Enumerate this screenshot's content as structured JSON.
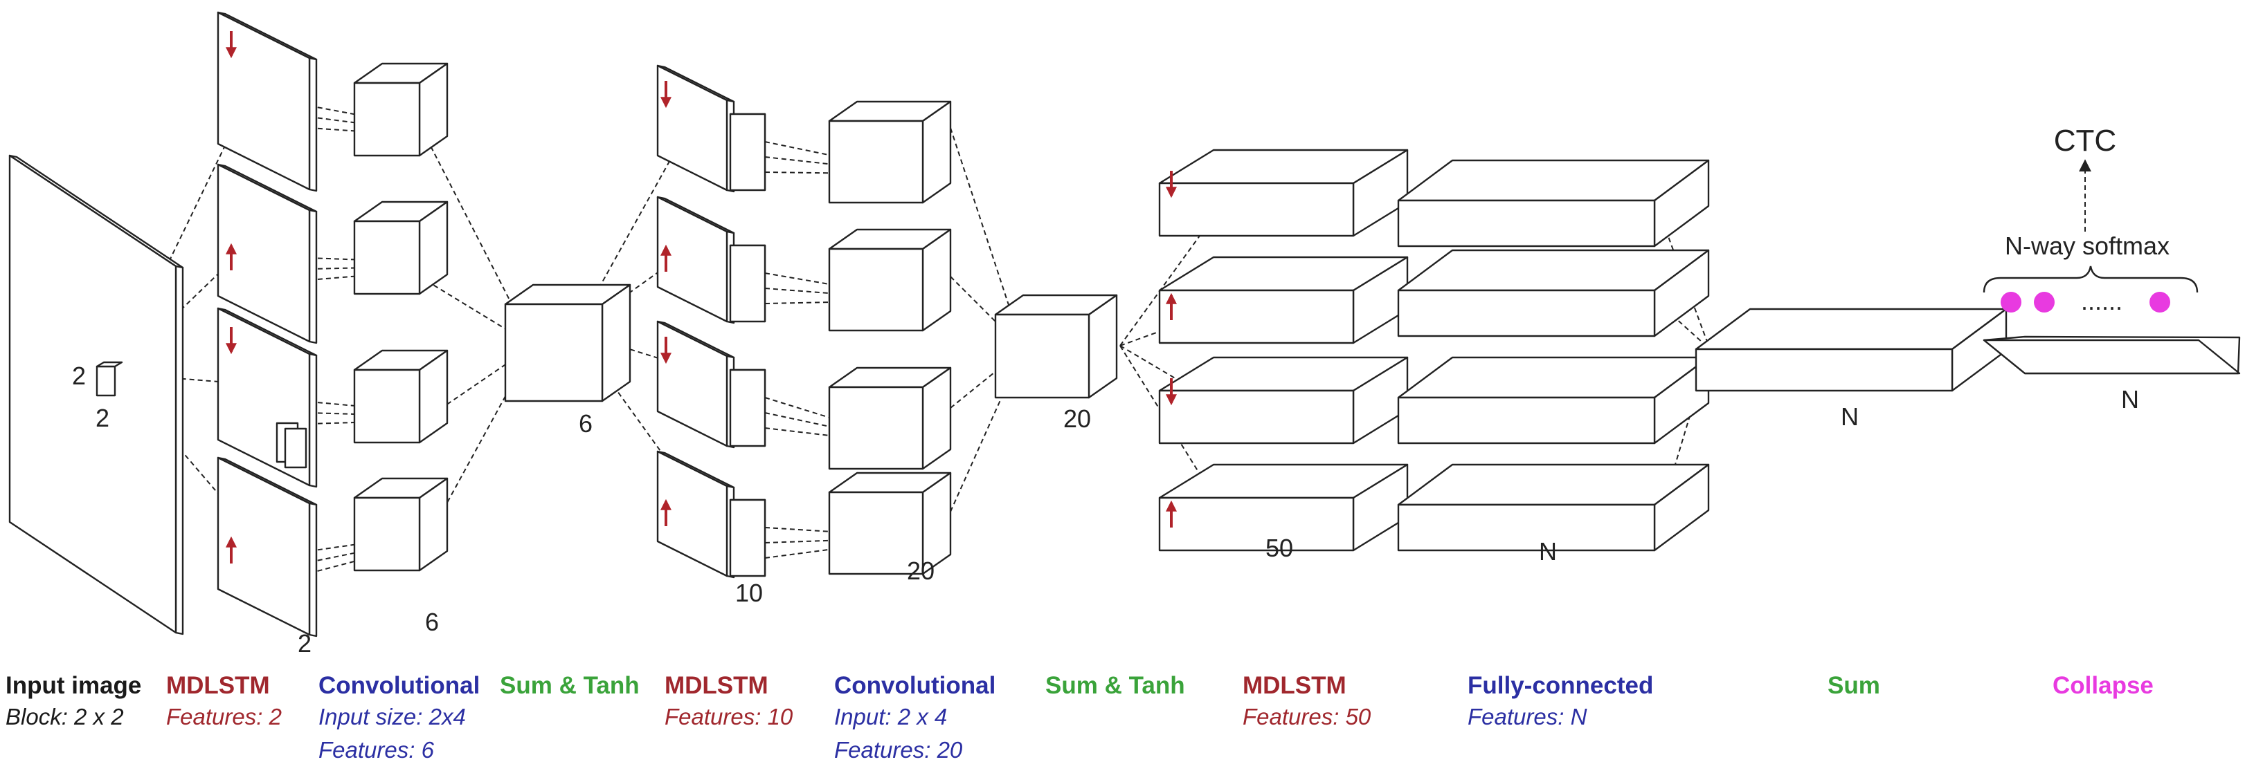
{
  "colors": {
    "mdlstm": "#a0272d",
    "conv": "#2b2fa3",
    "sum": "#3aa33a",
    "collapse": "#e83ae0",
    "input": "#1a1a1a",
    "arrow": "#b0232a",
    "dot": "#e83ae0"
  },
  "diagram": {
    "dims": {
      "input_h": "2",
      "input_w": "2",
      "mdlstm1": "2",
      "conv1": "6",
      "sum1": "6",
      "mdlstm2": "10",
      "conv2": "20",
      "sum2": "20",
      "mdlstm3": "50",
      "fc": "N",
      "sum3": "N",
      "collapse": "N"
    },
    "softmax_label": "N-way softmax",
    "ctc_label": "CTC",
    "dots_label": "......"
  },
  "legend": [
    {
      "title": "Input image",
      "lines": [
        "Block: 2 x 2"
      ],
      "color_key": "input"
    },
    {
      "title": "MDLSTM",
      "lines": [
        "Features: 2"
      ],
      "color_key": "mdlstm"
    },
    {
      "title": "Convolutional",
      "lines": [
        "Input size: 2x4",
        "Features: 6"
      ],
      "color_key": "conv"
    },
    {
      "title": "Sum & Tanh",
      "lines": [],
      "color_key": "sum"
    },
    {
      "title": "MDLSTM",
      "lines": [
        "Features: 10"
      ],
      "color_key": "mdlstm"
    },
    {
      "title": "Convolutional",
      "lines": [
        "Input: 2 x 4",
        "Features: 20"
      ],
      "color_key": "conv"
    },
    {
      "title": "Sum & Tanh",
      "lines": [],
      "color_key": "sum"
    },
    {
      "title": "MDLSTM",
      "lines": [
        "Features: 50"
      ],
      "color_key": "mdlstm"
    },
    {
      "title": "Fully-connected",
      "lines": [
        "Features: N"
      ],
      "color_key": "conv"
    },
    {
      "title": "Sum",
      "lines": [],
      "color_key": "sum"
    },
    {
      "title": "Collapse",
      "lines": [],
      "color_key": "collapse"
    }
  ]
}
